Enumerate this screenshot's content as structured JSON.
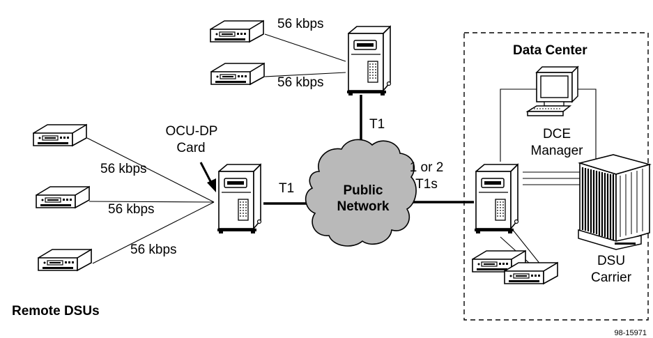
{
  "labels": {
    "data_center": "Data Center",
    "dce_line1": "DCE",
    "dce_line2": "Manager",
    "ocu_line1": "OCU-DP",
    "ocu_line2": "Card",
    "network_line1": "Public",
    "network_line2": "Network",
    "t1_top": "T1",
    "t1_left": "T1",
    "t1s_line1": "1 or 2",
    "t1s_line2": "T1s",
    "dsu_line1": "DSU",
    "dsu_line2": "Carrier",
    "remote": "Remote DSUs",
    "rate_top1": "56 kbps",
    "rate_top2": "56 kbps",
    "rate_left1": "56 kbps",
    "rate_left2": "56 kbps",
    "rate_left3": "56 kbps",
    "figure_id": "98-15971"
  }
}
